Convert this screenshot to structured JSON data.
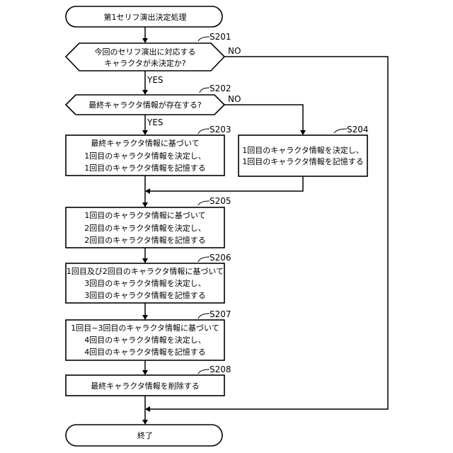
{
  "start": {
    "text": "第1セリフ演出決定処理"
  },
  "end": {
    "text": "終了"
  },
  "steps": {
    "s201": {
      "id": "S201",
      "lines": [
        "今回のセリフ演出に対応する",
        "キャラクタが未決定か?"
      ]
    },
    "s202": {
      "id": "S202",
      "lines": [
        "最終キャラクタ情報が存在する?"
      ]
    },
    "s203": {
      "id": "S203",
      "lines": [
        "最終キャラクタ情報に基づいて",
        "1回目のキャラクタ情報を決定し、",
        "1回目のキャラクタ情報を記憶する"
      ]
    },
    "s204": {
      "id": "S204",
      "lines": [
        "1回目のキャラクタ情報を決定し、",
        "1回目のキャラクタ情報を記憶する"
      ]
    },
    "s205": {
      "id": "S205",
      "lines": [
        "1回目のキャラクタ情報に基づいて",
        "2回目のキャラクタ情報を決定し、",
        "2回目のキャラクタ情報を記憶する"
      ]
    },
    "s206": {
      "id": "S206",
      "lines": [
        "1回目及び2回目のキャラクタ情報に基づいて",
        "3回目のキャラクタ情報を決定し、",
        "3回目のキャラクタ情報を記憶する"
      ]
    },
    "s207": {
      "id": "S207",
      "lines": [
        "1回目~3回目のキャラクタ情報に基づいて",
        "4回目のキャラクタ情報を決定し、",
        "4回目のキャラクタ情報を記憶する"
      ]
    },
    "s208": {
      "id": "S208",
      "lines": [
        "最終キャラクタ情報を削除する"
      ]
    }
  },
  "edge_labels": {
    "yes": "YES",
    "no": "NO"
  }
}
